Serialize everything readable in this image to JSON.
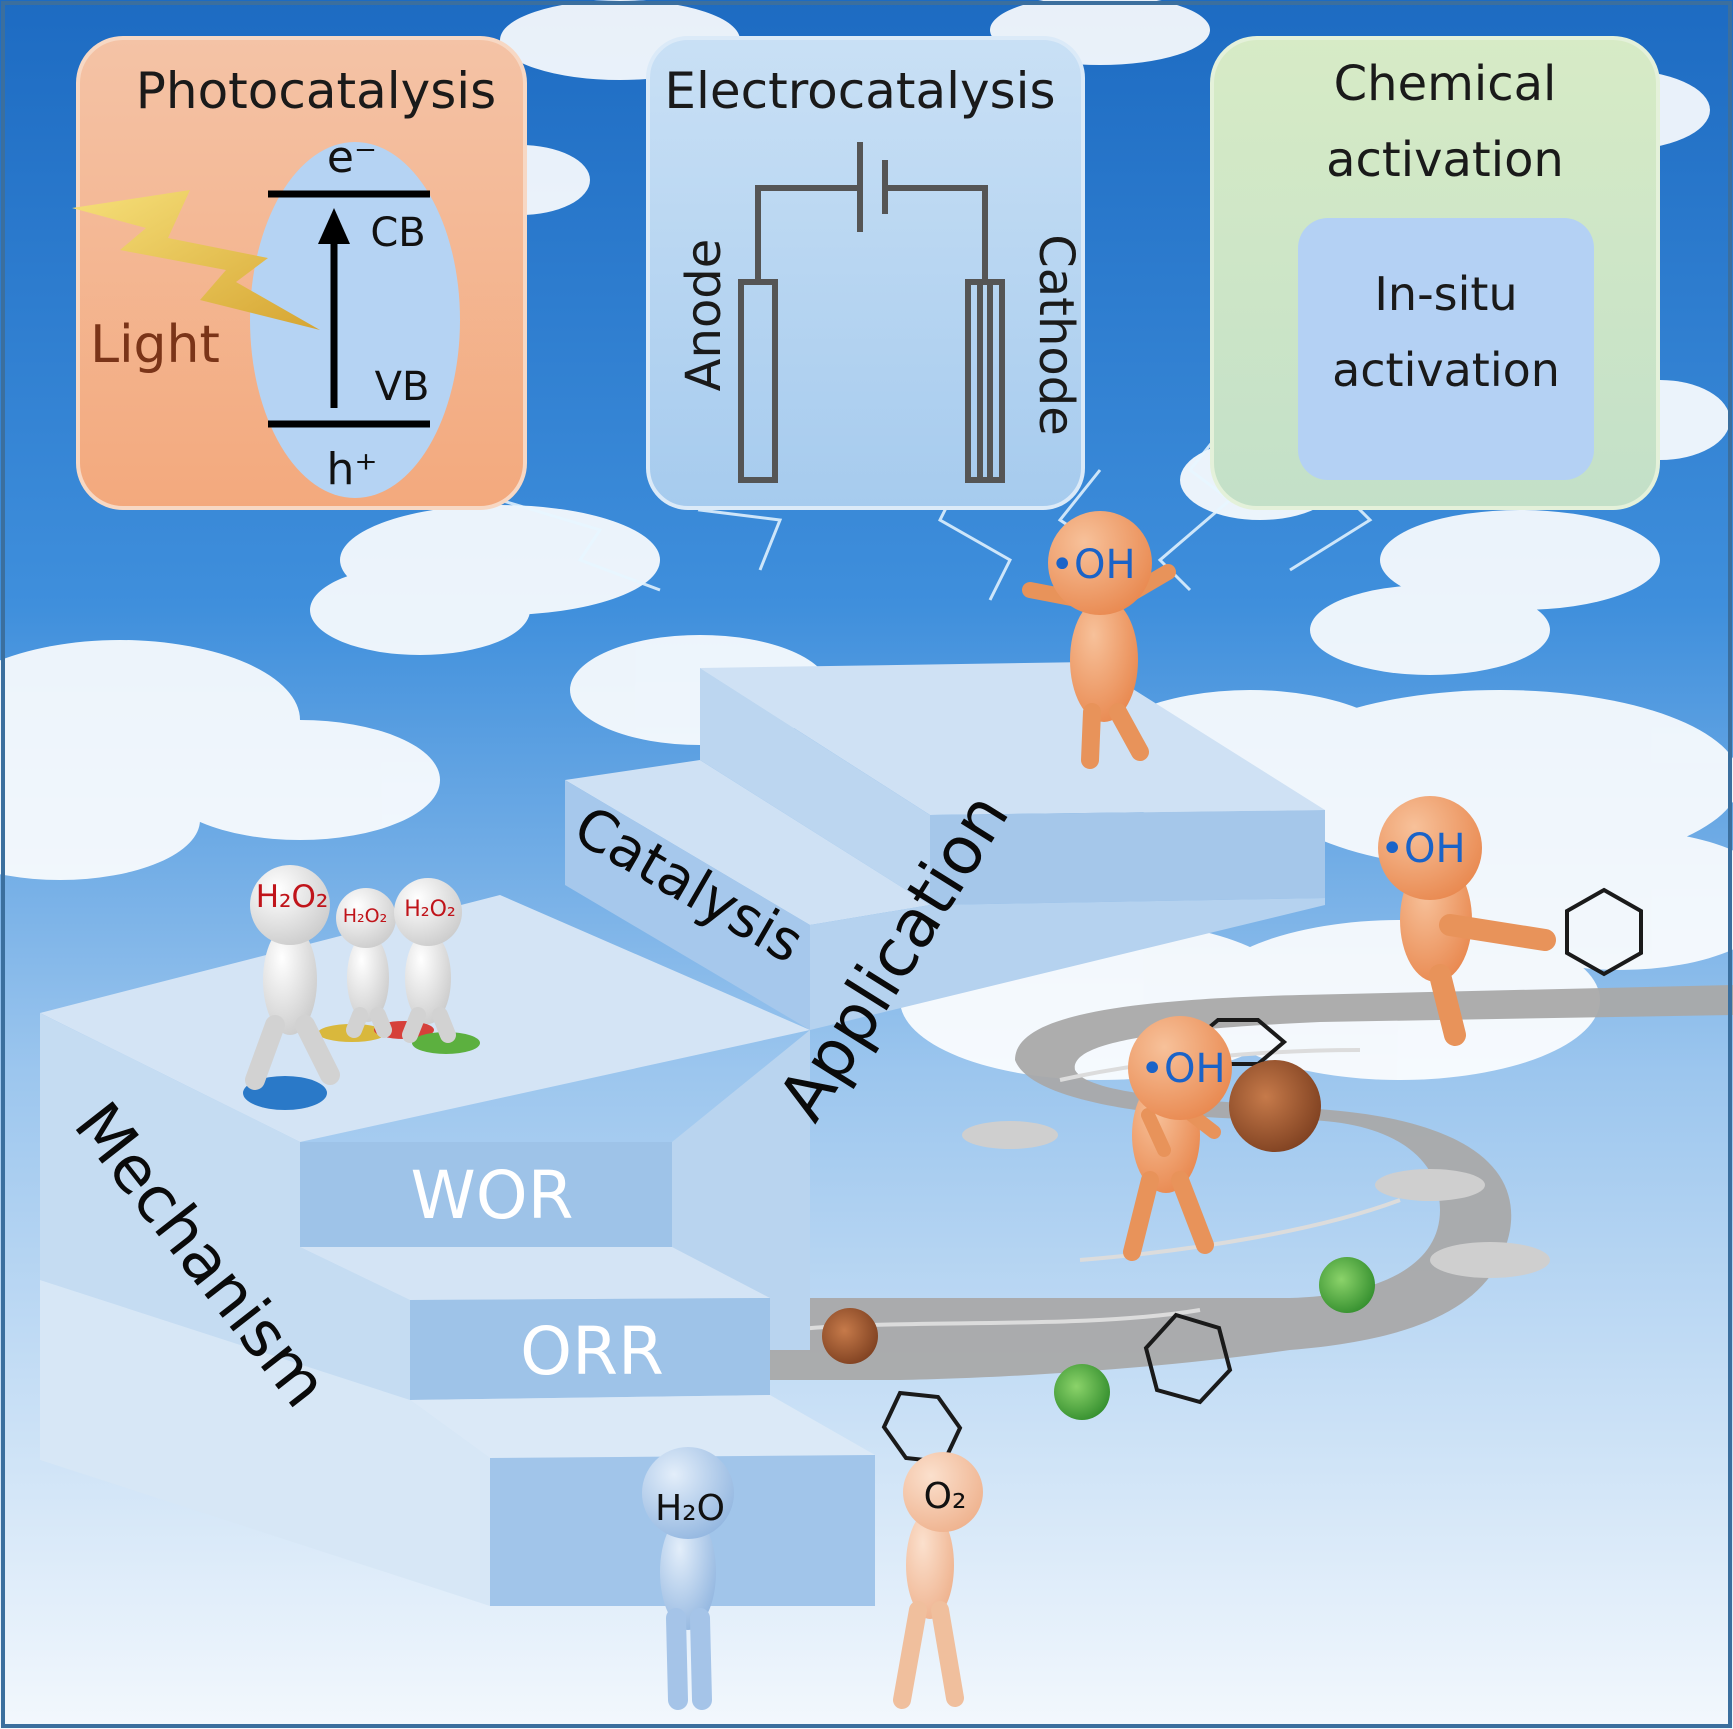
{
  "panels": {
    "photo": {
      "title": "Photocatalysis",
      "electron": "e⁻",
      "cb": "CB",
      "vb": "VB",
      "hole": "h⁺",
      "light": "Light"
    },
    "electro": {
      "title": "Electrocatalysis",
      "anode": "Anode",
      "cathode": "Cathode"
    },
    "chem": {
      "title_line1": "Chemical",
      "title_line2": "activation",
      "inner_line1": "In-situ",
      "inner_line2": "activation"
    }
  },
  "stairs": {
    "mechanism": "Mechanism",
    "catalysis": "Catalysis",
    "application": "Application",
    "wor": "WOR",
    "orr": "ORR"
  },
  "figures": {
    "h2o2_a": "H₂O₂",
    "h2o2_b": "H₂O₂",
    "h2o2_c": "H₂O₂",
    "oh_top": "•OH",
    "oh_right": "•OH",
    "oh_middle": "•OH",
    "h2o": "H₂O",
    "o2": "O₂"
  },
  "colors": {
    "sky_top": "#1f6fc4",
    "sky_bottom": "#eaf3fb",
    "photo_panel": "#f5b48e",
    "electro_panel": "#b4d4f0",
    "chem_panel": "#cfe6c2",
    "chem_inner": "#b3d1f5",
    "stair_face": "#9ec3e8",
    "stair_top": "#c9def2",
    "figure_orange": "#f2a36e",
    "figure_white": "#e6e6e6",
    "figure_blue": "#a7c7ea",
    "oh_text": "#1a63c8",
    "h2o2_text": "#c0141a",
    "road": "#a9a9a9"
  }
}
